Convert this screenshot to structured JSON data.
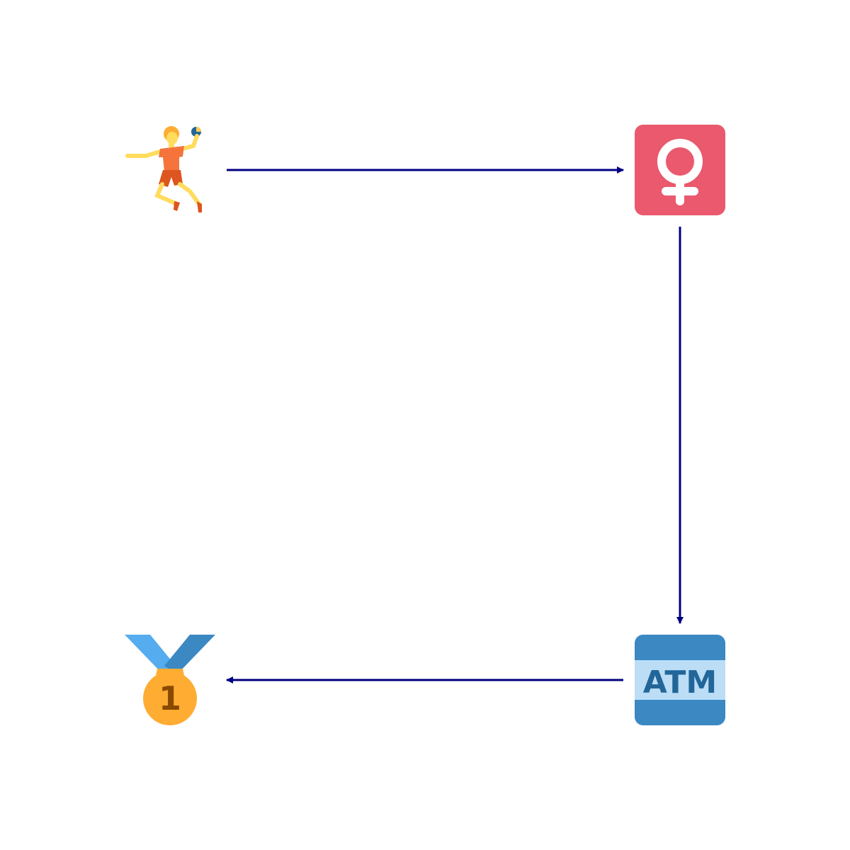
{
  "diagram": {
    "nodes": [
      {
        "id": "handball",
        "icon": "person-playing-handball-icon"
      },
      {
        "id": "female",
        "icon": "female-sign-icon"
      },
      {
        "id": "atm",
        "icon": "atm-sign-icon",
        "label": "ATM"
      },
      {
        "id": "medal",
        "icon": "first-place-medal-icon",
        "label": "1"
      }
    ],
    "edges": [
      {
        "from": "handball",
        "to": "female"
      },
      {
        "from": "female",
        "to": "atm"
      },
      {
        "from": "atm",
        "to": "medal"
      }
    ],
    "colors": {
      "edge": "#000080",
      "female_bg": "#ea596e",
      "atm_bg": "#3b88c3",
      "atm_band": "#bbddf5",
      "atm_text": "#226699",
      "medal_gold": "#ffac33",
      "medal_number": "#8a4b00",
      "ribbon_light": "#55acee",
      "ribbon_dark": "#3b88c3"
    }
  }
}
